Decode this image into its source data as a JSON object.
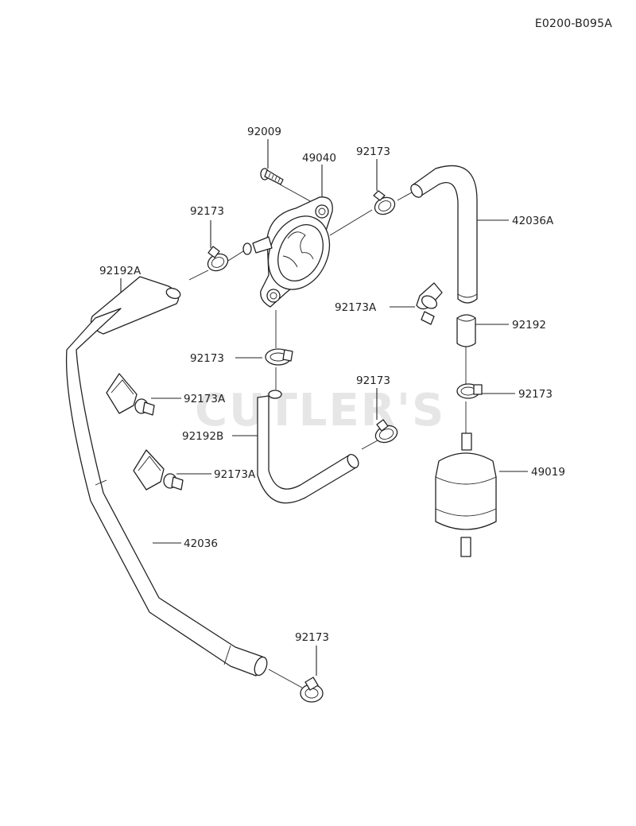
{
  "diagram_code": "E0200-B095A",
  "watermark": "CUTLER'S",
  "labels": {
    "screw": "92009",
    "fuel_pump": "49040",
    "clamp_pump_outlet": "92173",
    "hose_upper_right": "42036A",
    "clamp_pump_inlet": "92173",
    "hose_short_left": "92192A",
    "clamp_a_right": "92173A",
    "hose_joint": "92192",
    "clamp_pump_bottom": "92173",
    "clamp_filter_top": "92173",
    "clamp_a_left_upper": "92173A",
    "clamp_mid": "92173",
    "hose_bent": "92192B",
    "fuel_filter": "49019",
    "clamp_a_left_lower": "92173A",
    "hose_long": "42036",
    "clamp_bottom": "92173"
  },
  "icons": [
    "screw-icon",
    "fuel-pump-icon",
    "clamp-icon",
    "hose-icon",
    "fuel-filter-icon",
    "clip-icon"
  ]
}
